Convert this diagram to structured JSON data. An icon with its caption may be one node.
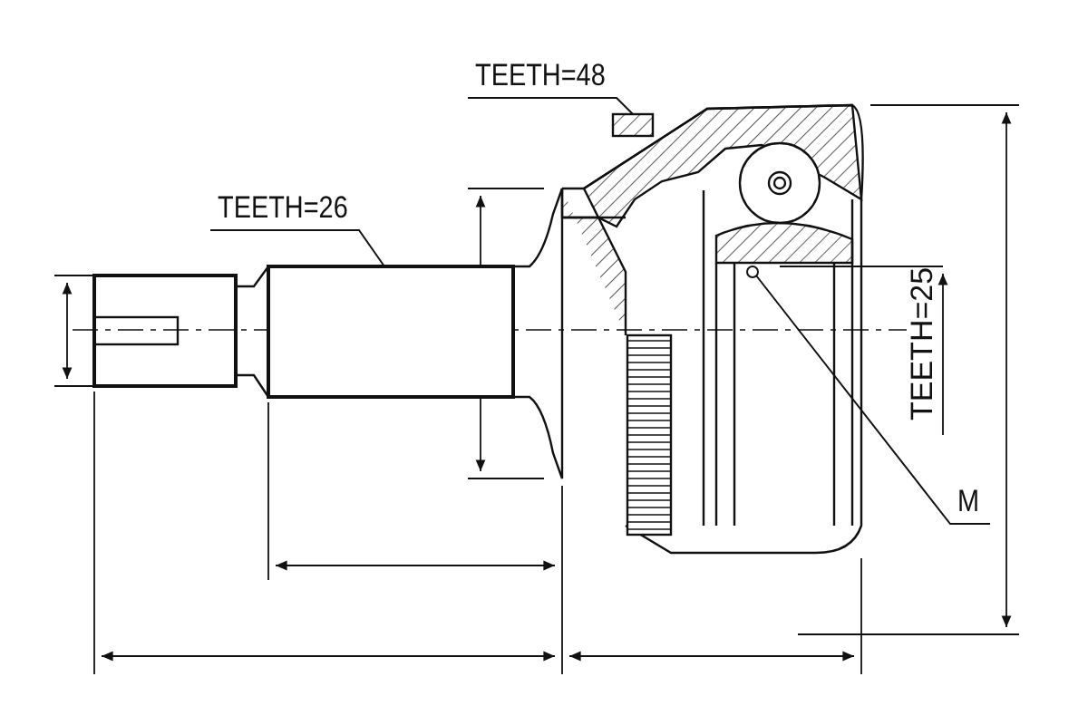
{
  "diagram": {
    "nodes": [
      {
        "text": [
          "TEETH=48"
        ]
      },
      {
        "text": [
          "TEETH=26"
        ]
      },
      {
        "text": [
          "M"
        ]
      },
      {
        "text": [],
        "shape": "box"
      },
      {
        "text": [],
        "shape": "box"
      },
      {
        "text": [],
        "shape": "circle"
      }
    ],
    "edges": [
      {
        "from": 0,
        "to": 3,
        "arrow": "none"
      },
      {
        "from": 1,
        "to": 4,
        "arrow": "none"
      },
      {
        "from": 2,
        "to": 5,
        "arrow": "none"
      }
    ],
    "labels": [
      "TEETH=25"
    ]
  }
}
